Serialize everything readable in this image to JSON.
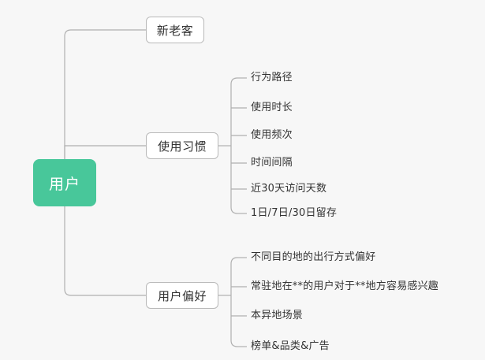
{
  "canvas": {
    "background_color": "#f7f7f7",
    "connector_color": "#b0b0b0",
    "type": "mindmap"
  },
  "root": {
    "label": "用户",
    "fill_color": "#48c79a",
    "text_color": "#ffffff"
  },
  "branches": [
    {
      "id": "new-old-customers",
      "label": "新老客",
      "leaves": []
    },
    {
      "id": "usage-habits",
      "label": "使用习惯",
      "leaves": [
        {
          "label": "行为路径"
        },
        {
          "label": "使用时长"
        },
        {
          "label": "使用频次"
        },
        {
          "label": "时间间隔"
        },
        {
          "label": "近30天访问天数"
        },
        {
          "label": "1日/7日/30日留存"
        }
      ]
    },
    {
      "id": "user-preferences",
      "label": "用户偏好",
      "leaves": [
        {
          "label": "不同目的地的出行方式偏好"
        },
        {
          "label": "常驻地在**的用户对于**地方容易感兴趣"
        },
        {
          "label": "本异地场景"
        },
        {
          "label": "榜单&品类&广告"
        }
      ]
    }
  ]
}
